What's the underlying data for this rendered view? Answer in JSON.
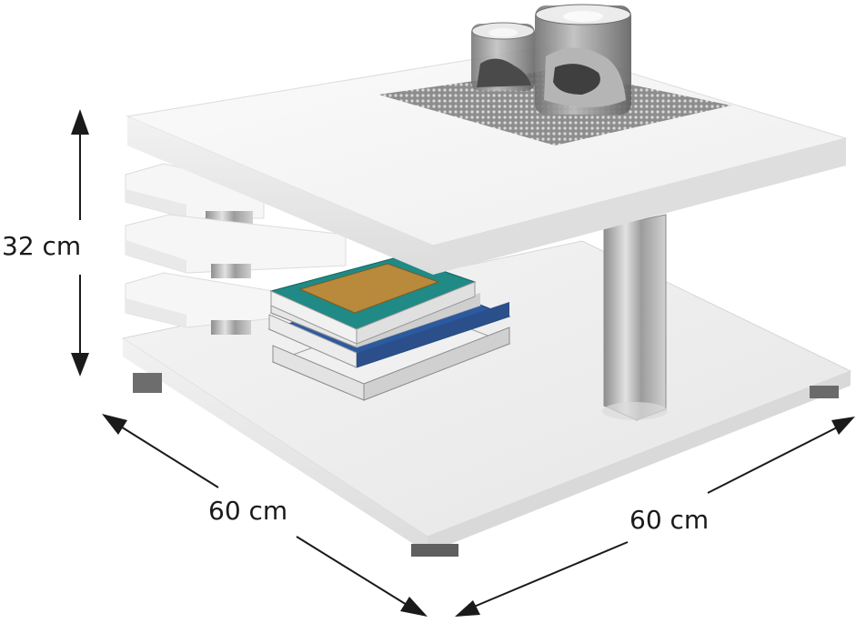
{
  "dimensions": {
    "height_label": "32 cm",
    "depth_label": "60 cm",
    "width_label": "60 cm"
  },
  "colors": {
    "table_white": "#f7f7f7",
    "table_shade": "#e4e4e4",
    "chrome": "#b9b9b9",
    "arrow": "#1a1a1a"
  }
}
